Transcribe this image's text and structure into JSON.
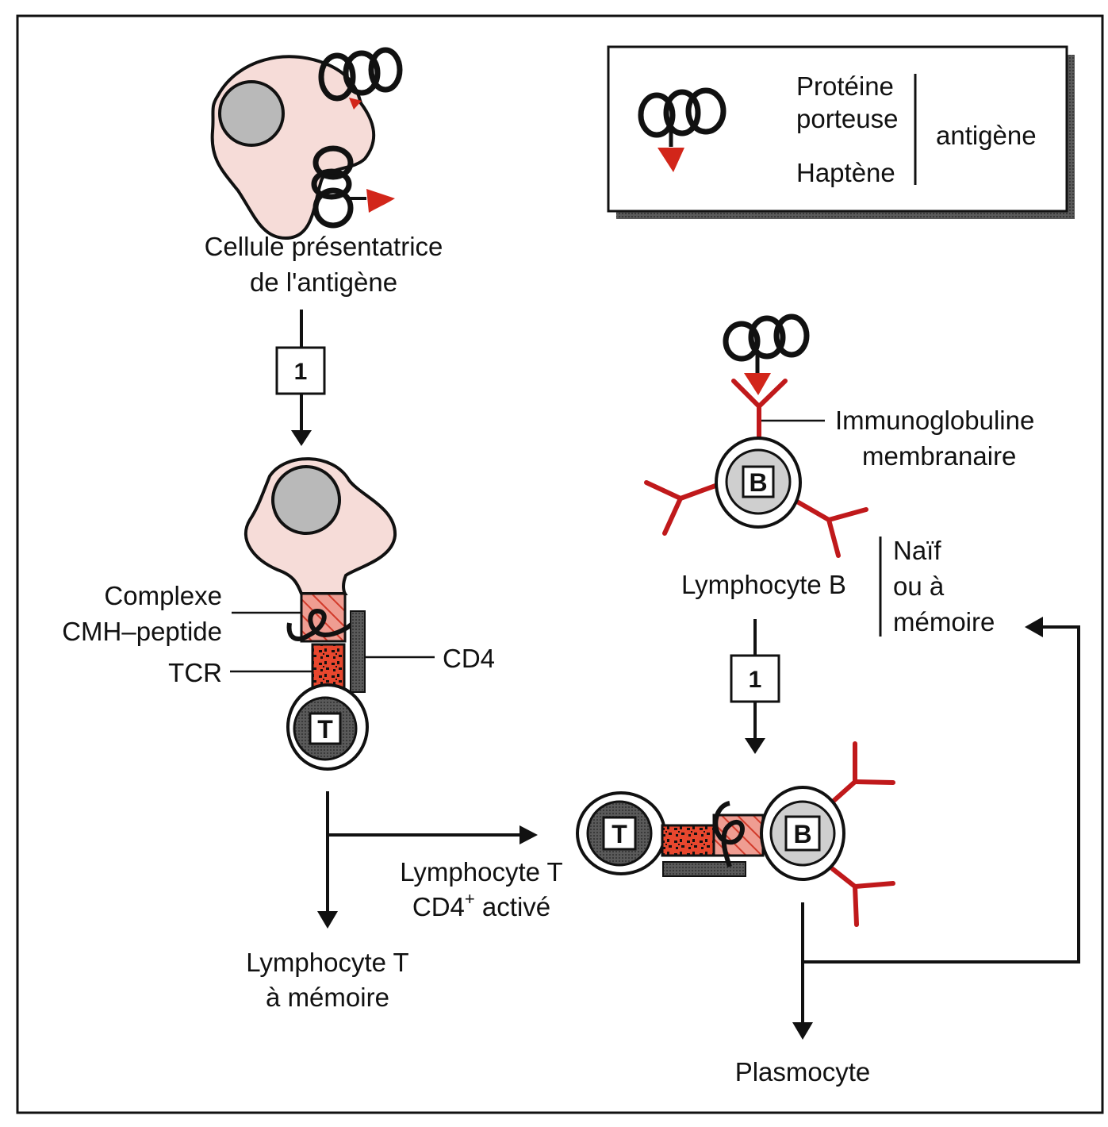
{
  "colors": {
    "apc_fill": "#f6dcd8",
    "nucleus_gray": "#b9b9b9",
    "t_nucleus": "#555555",
    "b_nucleus": "#cfcfcf",
    "hapten_red": "#d2261a",
    "antibody_red": "#c0191b",
    "mhc_fill": "#e88a80",
    "tcr_fill": "#e8472e",
    "cd4_fill": "#555555",
    "legend_shadow": "#666666",
    "stroke": "#111111"
  },
  "legend": {
    "carrier_line1": "Protéine",
    "carrier_line2": "porteuse",
    "hapten": "Haptène",
    "antigen": "antigène"
  },
  "labels": {
    "apc_line1": "Cellule présentatrice",
    "apc_line2": "de l'antigène",
    "step_number": "1",
    "complex_line1": "Complexe",
    "complex_line2": "CMH–peptide",
    "tcr": "TCR",
    "cd4": "CD4",
    "t_letter": "T",
    "b_letter": "B",
    "ig_line1": "Immunoglobuline",
    "ig_line2": "membranaire",
    "b_lymphocyte": "Lymphocyte B",
    "naive_line1": "Naïf",
    "naive_line2": "ou à",
    "naive_line3": "mémoire",
    "activated_line1": "Lymphocyte T",
    "activated_line2_main": "CD4",
    "activated_line2_sup": "+",
    "activated_line2_rest": " activé",
    "memory_t_line1": "Lymphocyte T",
    "memory_t_line2": "à mémoire",
    "plasmocyte": "Plasmocyte"
  }
}
